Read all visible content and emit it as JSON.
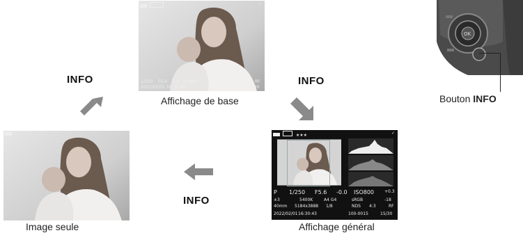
{
  "captions": {
    "basic": "Affichage de base",
    "image_only": "Image seule",
    "overall": "Affichage général",
    "button": "Bouton"
  },
  "info_button": "INFO",
  "arrows": {
    "top_right": "INFO",
    "bottom_left": "INFO",
    "left": "INFO"
  },
  "basic_osd": {
    "shutter": "1/250",
    "aperture": "F5.6",
    "exposure": "0.0",
    "iso": "ISO800",
    "date": "2022/02/01",
    "time": "16:30:43",
    "file": "100-0015",
    "frame": "15/30",
    "quality": "NDS",
    "aspect": "4:3",
    "format": "RF"
  },
  "overall_osd": {
    "rating": "★★★",
    "mode": "P",
    "shutter": "1/250",
    "aperture": "F5.6",
    "exposure": "-0.0",
    "iso": "ISO800",
    "ev": "+0.3",
    "picture": "±3",
    "wb": "5400K",
    "wb_shift": "A4 G4",
    "color": "sRGB",
    "flash": "-18",
    "focal": "40mm",
    "size": "5184x3888",
    "ratio": "1/8",
    "quality": "NDS",
    "aspect": "4:3",
    "format": "RF",
    "date": "2022/02/01",
    "time": "16:30:43",
    "file": "100-0015",
    "frame": "15/30"
  }
}
